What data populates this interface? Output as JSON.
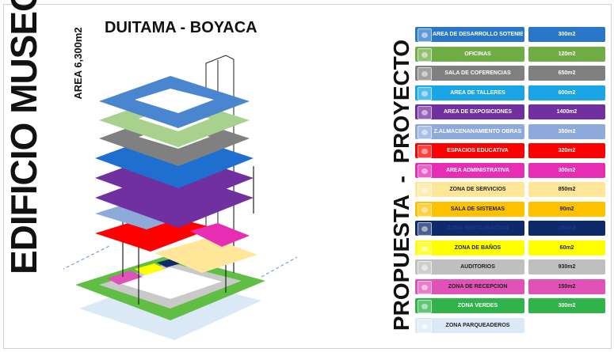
{
  "title": "EDIFICIO MUSEO",
  "area": "AREA 6,300m2",
  "city": "DUITAMA - BOYACA",
  "proposal_title": "PROPUESTA  -  PROYECTO",
  "legend": [
    {
      "label": "AREA DE DESARROLLO SOTENIBLE",
      "value": "300m2",
      "color": "#2a77c9",
      "icon": "leaf-icon",
      "text": "#ffffff"
    },
    {
      "label": "OFICINAS",
      "value": "120m2",
      "color": "#70ad47",
      "icon": "desk-icon",
      "text": "#ffffff"
    },
    {
      "label": "SALA DE COFERENCIAS",
      "value": "650m2",
      "color": "#808080",
      "icon": "conference-icon",
      "text": "#ffffff"
    },
    {
      "label": "AREA DE TALLERES",
      "value": "600m2",
      "color": "#1aa6e6",
      "icon": "gear-icon",
      "text": "#ffffff"
    },
    {
      "label": "AREA DE EXPOSICIONES",
      "value": "1400m2",
      "color": "#7030a0",
      "icon": "gallery-icon",
      "text": "#ffffff"
    },
    {
      "label": "Z.ALMACENANAMIENTO OBRAS",
      "value": "350m2",
      "color": "#8eaadb",
      "icon": "storage-icon",
      "text": "#ffffff"
    },
    {
      "label": "ESPACIOS EDUCATIVA",
      "value": "320m2",
      "color": "#ff0000",
      "icon": "classroom-icon",
      "text": "#ffffff"
    },
    {
      "label": "AREA ADMINISTRATIVA",
      "value": "300m2",
      "color": "#e62db4",
      "icon": "people-icon",
      "text": "#ffffff"
    },
    {
      "label": "ZONA DE SERVICIOS",
      "value": "850m2",
      "color": "#ffe699",
      "icon": "group-icon",
      "text": "#222222"
    },
    {
      "label": "SALA DE SISTEMAS",
      "value": "90m2",
      "color": "#ffc000",
      "icon": "computer-icon",
      "text": "#222222"
    },
    {
      "label": "ZONA RESTAURACION",
      "value": "350m2",
      "color": "#0e2a6b",
      "icon": "restaurant-icon",
      "text": "#1a3a8a"
    },
    {
      "label": "ZONA DE BAÑOS",
      "value": "60m2",
      "color": "#ffff00",
      "icon": "toilet-icon",
      "text": "#222222"
    },
    {
      "label": "AUDITORIOS",
      "value": "930m2",
      "color": "#bfbfbf",
      "icon": "auditorium-icon",
      "text": "#222222"
    },
    {
      "label": "ZONA DE RECEPCION",
      "value": "150m2",
      "color": "#e052b8",
      "icon": "reception-icon",
      "text": "#222222"
    },
    {
      "label": "ZONA VERDES",
      "value": "300m2",
      "color": "#2fb34a",
      "icon": "tree-icon",
      "text": "#ffffff"
    },
    {
      "label": "ZONA PARQUEADEROS",
      "value": "",
      "color": "#dbe9f7",
      "icon": "car-icon",
      "text": "#222222"
    }
  ]
}
